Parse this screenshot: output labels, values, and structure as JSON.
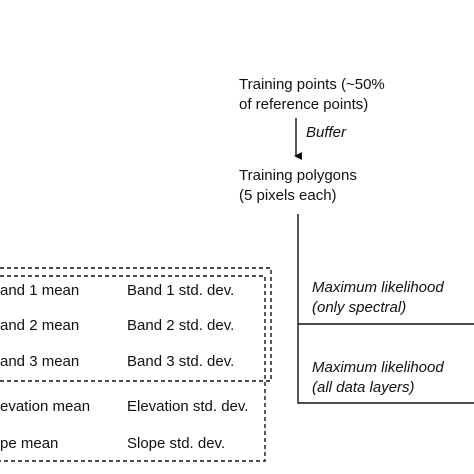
{
  "training_points": {
    "line1": "Training points (~50%",
    "line2": "of reference points)"
  },
  "buffer_label": "Buffer",
  "training_polygons": {
    "line1": "Training polygons",
    "line2": "(5 pixels each)"
  },
  "methods": [
    {
      "line1": "Maximum likelihood",
      "line2": "(only spectral)"
    },
    {
      "line1": "Maximum likelihood",
      "line2": "(all data layers)"
    }
  ],
  "spectral_layers": [
    {
      "mean": "and 1 mean",
      "std": "Band 1 std. dev."
    },
    {
      "mean": "and 2 mean",
      "std": "Band 2 std. dev."
    },
    {
      "mean": "and 3 mean",
      "std": "Band 3 std. dev."
    }
  ],
  "topographic_layers": [
    {
      "mean": "evation mean",
      "std": "Elevation std. dev."
    },
    {
      "mean": "pe mean",
      "std": "Slope std. dev."
    }
  ],
  "colors": {
    "line": "#111111",
    "background": "#ffffff"
  }
}
